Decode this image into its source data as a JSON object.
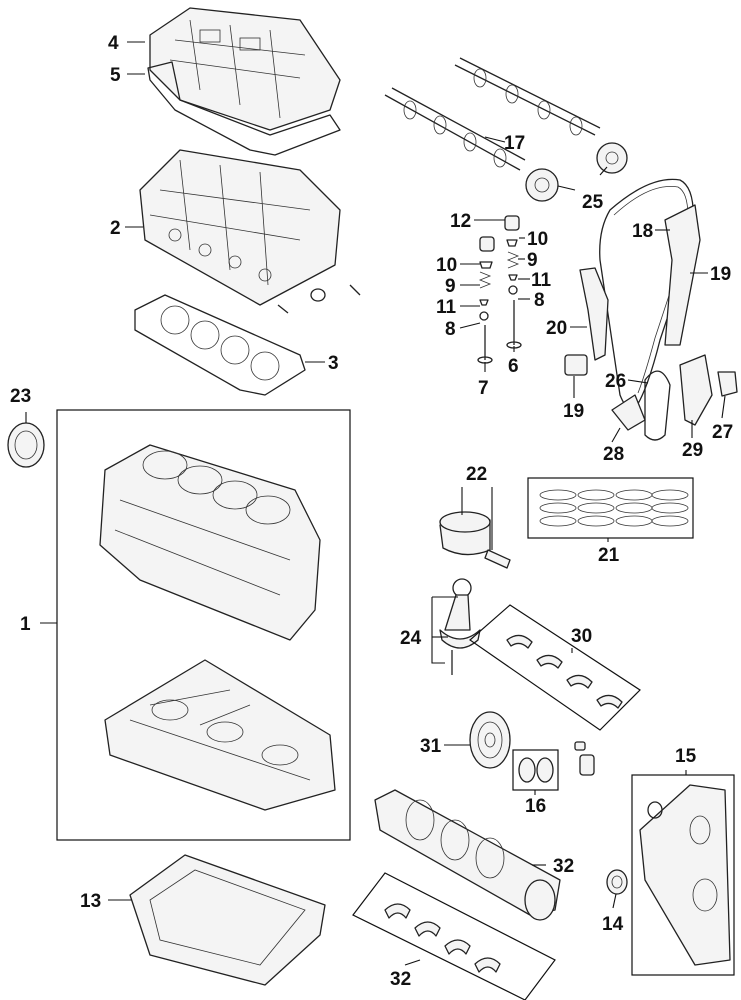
{
  "callouts": [
    {
      "id": "c1",
      "label": "1"
    },
    {
      "id": "c2",
      "label": "2"
    },
    {
      "id": "c3",
      "label": "3"
    },
    {
      "id": "c4",
      "label": "4"
    },
    {
      "id": "c5",
      "label": "5"
    },
    {
      "id": "c6",
      "label": "6"
    },
    {
      "id": "c7",
      "label": "7"
    },
    {
      "id": "c8a",
      "label": "8"
    },
    {
      "id": "c8b",
      "label": "8"
    },
    {
      "id": "c9a",
      "label": "9"
    },
    {
      "id": "c9b",
      "label": "9"
    },
    {
      "id": "c10a",
      "label": "10"
    },
    {
      "id": "c10b",
      "label": "10"
    },
    {
      "id": "c11a",
      "label": "11"
    },
    {
      "id": "c11b",
      "label": "11"
    },
    {
      "id": "c12",
      "label": "12"
    },
    {
      "id": "c13",
      "label": "13"
    },
    {
      "id": "c14",
      "label": "14"
    },
    {
      "id": "c15",
      "label": "15"
    },
    {
      "id": "c16",
      "label": "16"
    },
    {
      "id": "c17",
      "label": "17"
    },
    {
      "id": "c18",
      "label": "18"
    },
    {
      "id": "c19a",
      "label": "19"
    },
    {
      "id": "c19b",
      "label": "19"
    },
    {
      "id": "c20",
      "label": "20"
    },
    {
      "id": "c21",
      "label": "21"
    },
    {
      "id": "c22",
      "label": "22"
    },
    {
      "id": "c23",
      "label": "23"
    },
    {
      "id": "c24",
      "label": "24"
    },
    {
      "id": "c25",
      "label": "25"
    },
    {
      "id": "c26",
      "label": "26"
    },
    {
      "id": "c27",
      "label": "27"
    },
    {
      "id": "c28",
      "label": "28"
    },
    {
      "id": "c29",
      "label": "29"
    },
    {
      "id": "c30",
      "label": "30"
    },
    {
      "id": "c31",
      "label": "31"
    },
    {
      "id": "c32a",
      "label": "32"
    },
    {
      "id": "c32b",
      "label": "32"
    }
  ]
}
